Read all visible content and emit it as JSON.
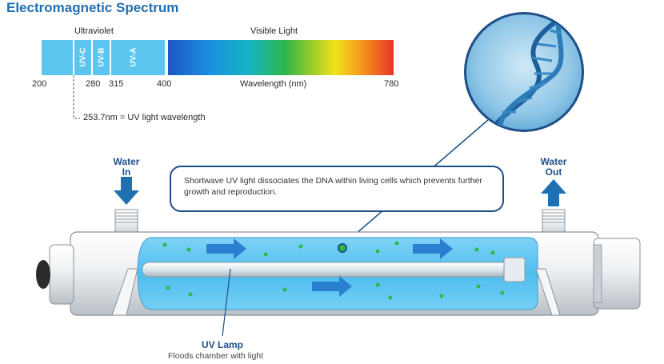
{
  "title": "Electromagnetic Spectrum",
  "spectrum": {
    "ultraviolet_label": "Ultraviolet",
    "visible_label": "Visible Light",
    "bands": [
      "UV-C",
      "UV-B",
      "UV-A"
    ],
    "ticks": [
      "200",
      "280",
      "315",
      "400",
      "780"
    ],
    "axis_label": "Wavelength (nm)",
    "uv_note": "253.7nm = UV light wavelength",
    "colors": {
      "uv": "#5bc5f0",
      "band_dark": "#3aa9e3"
    }
  },
  "labels": {
    "water_in": [
      "Water",
      "In"
    ],
    "water_out": [
      "Water",
      "Out"
    ],
    "callout": "Shortwave UV light dissociates the DNA within living cells which prevents further growth and reproduction.",
    "lamp_title": "UV Lamp",
    "lamp_sub": "Floods chamber with light"
  },
  "icons": {
    "dna": "dna-helix-icon",
    "arrow_in": "arrow-down-icon",
    "arrow_out": "arrow-up-icon",
    "flow": "flow-arrow-icon"
  },
  "colors": {
    "accent": "#1f6fb3",
    "chamber": "#5fc3f0",
    "arrow": "#2a8bd6",
    "bacteria": "#2db84a"
  }
}
